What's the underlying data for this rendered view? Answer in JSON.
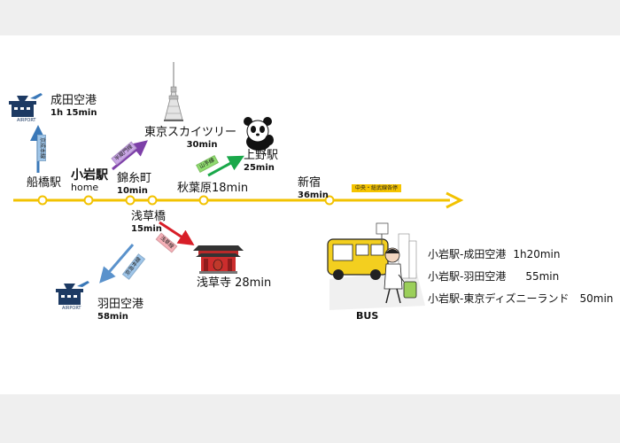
{
  "stations": {
    "funabashi": {
      "name": "船橋駅"
    },
    "koiwa": {
      "name": "小岩駅",
      "sub": "home"
    },
    "kinshicho": {
      "name": "錦糸町",
      "time": "10min"
    },
    "akihabara": {
      "name": "秋葉原18min"
    },
    "shinjuku": {
      "name": "新宿",
      "time": "36min"
    },
    "asakusabashi": {
      "name": "浅草橋",
      "time": "15min"
    }
  },
  "destinations": {
    "narita": {
      "name": "成田空港",
      "time": "1h  15min",
      "icon_label": "AIRPORT"
    },
    "skytree": {
      "name": "東京スカイツリー",
      "time": "30min"
    },
    "ueno": {
      "name": "上野駅",
      "time": "25min"
    },
    "sensoji": {
      "name": "浅草寺 28min"
    },
    "haneda": {
      "name": "羽田空港",
      "time": "58min",
      "icon_label": "AIRPORT"
    }
  },
  "line_tags": {
    "main_line": "中央・総武線各停",
    "keisei": "京成本線",
    "hanzomon": "半蔵門線",
    "yamanote": "山手線",
    "asakusa": "浅草線",
    "keikyu": "京急本線"
  },
  "bus": {
    "label": "BUS",
    "routes": [
      {
        "text": "小岩駅-成田空港",
        "time": "1h20min"
      },
      {
        "text": "小岩駅-羽田空港",
        "time": "55min"
      },
      {
        "text": "小岩駅-東京ディズニーランド",
        "time": "50min"
      }
    ]
  },
  "colors": {
    "main_line": "#f2c200",
    "keisei_arrow": "#3a78b8",
    "hanzomon_arrow": "#7d3fa8",
    "yamanote_arrow": "#1aa84a",
    "asakusa_arrow": "#d81e28",
    "keikyu_arrow": "#5a92cc"
  }
}
